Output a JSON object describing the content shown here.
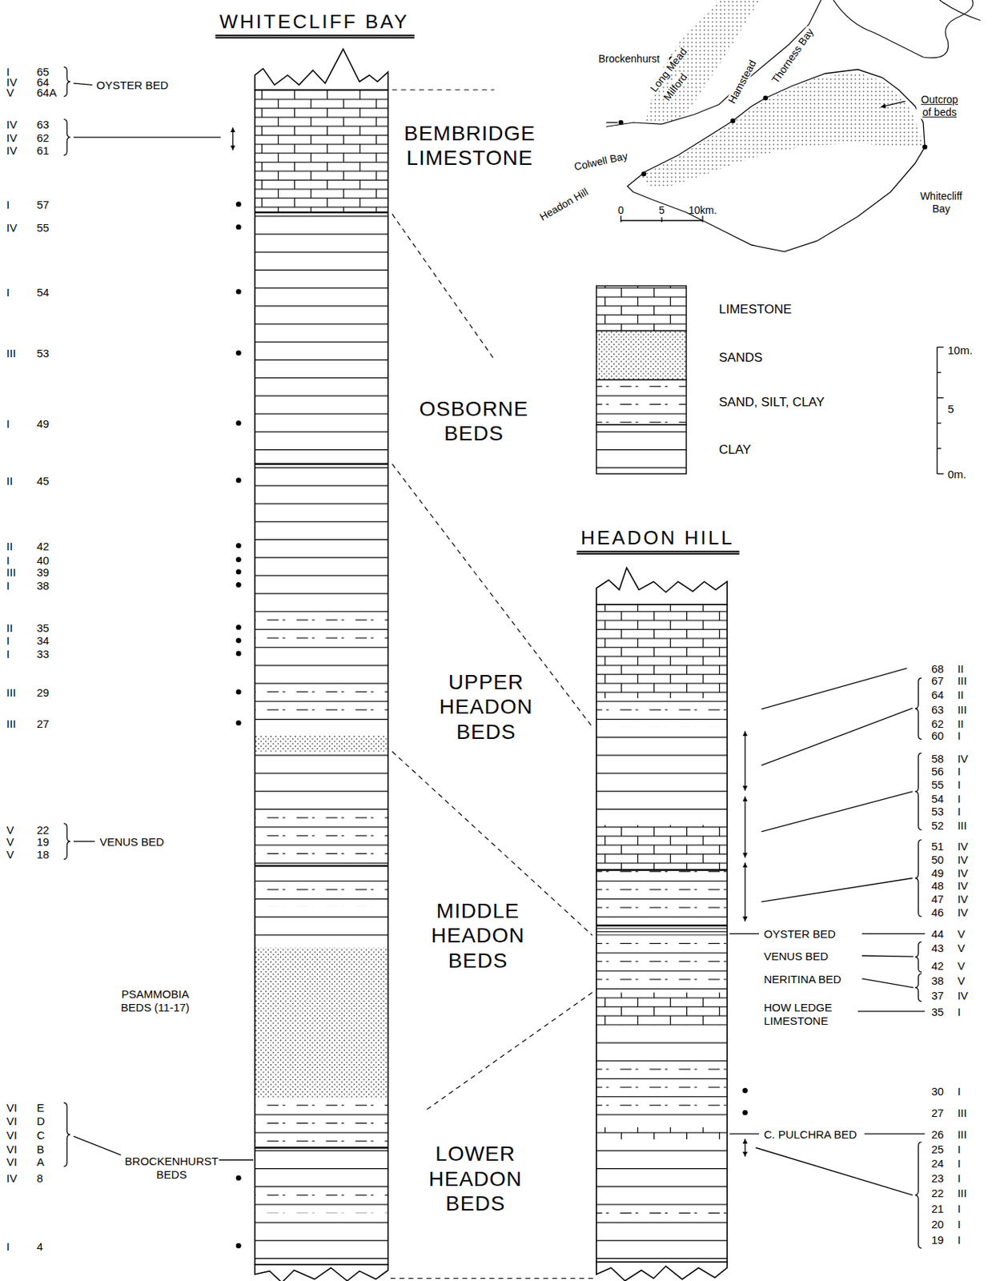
{
  "diagram": {
    "nodes": [
      {
        "text": [
          "WHITECLIFF BAY"
        ]
      },
      {
        "text": [
          "HEADON HILL"
        ]
      }
    ],
    "labels": [
      "I",
      "65",
      "IV",
      "64",
      "V",
      "64A",
      "OYSTER BED",
      "IV",
      "63",
      "IV",
      "62",
      "IV",
      "61",
      "I",
      "57",
      "IV",
      "55",
      "I",
      "54",
      "III",
      "53",
      "I",
      "49",
      "II",
      "45",
      "II",
      "42",
      "I",
      "40",
      "III",
      "39",
      "I",
      "38",
      "II",
      "35",
      "I",
      "34",
      "I",
      "33",
      "III",
      "29",
      "III",
      "27",
      "V",
      "22",
      "V",
      "19",
      "V",
      "18",
      "VENUS BED",
      "PSAMMOBIA BEDS (11-17)",
      "VI",
      "E",
      "VI",
      "D",
      "VI",
      "C",
      "VI",
      "B",
      "VI",
      "A",
      "BROCKENHURST BEDS",
      "IV",
      "8",
      "I",
      "4",
      "BEMBRIDGE LIMESTONE",
      "OSBORNE BEDS",
      "UPPER HEADON BEDS",
      "MIDDLE HEADON BEDS",
      "LOWER HEADON BEDS",
      "Brockenhurst",
      "Long Mead",
      "Milford",
      "Hamstead",
      "Thorness Bay",
      "Outcrop of beds",
      "Colwell Bay",
      "Headon Hill",
      "Whitecliff Bay",
      "0",
      "5",
      "10km.",
      "10m.",
      "5",
      "0m.",
      "68",
      "II",
      "67",
      "III",
      "64",
      "II",
      "63",
      "III",
      "62",
      "II",
      "60",
      "I",
      "58",
      "IV",
      "56",
      "I",
      "55",
      "I",
      "54",
      "I",
      "53",
      "I",
      "52",
      "III",
      "51",
      "IV",
      "50",
      "IV",
      "49",
      "IV",
      "48",
      "IV",
      "47",
      "IV",
      "46",
      "IV",
      "OYSTER BED",
      "44",
      "V",
      "VENUS BED",
      "43",
      "V",
      "42",
      "V",
      "NERITINA BED",
      "38",
      "V",
      "37",
      "IV",
      "HOW LEDGE LIMESTONE",
      "35",
      "I",
      "30",
      "I",
      "27",
      "III",
      "C. PULCHRA BED",
      "26",
      "III",
      "25",
      "I",
      "24",
      "I",
      "23",
      "I",
      "22",
      "III",
      "21",
      "I",
      "20",
      "I",
      "19",
      "I"
    ],
    "legend": [
      {
        "text": "LIMESTONE"
      },
      {
        "text": "SANDS"
      },
      {
        "text": "SAND, SILT, CLAY"
      },
      {
        "text": "CLAY"
      }
    ]
  }
}
